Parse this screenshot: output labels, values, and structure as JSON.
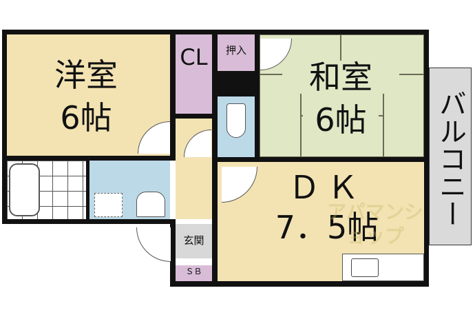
{
  "rooms": {
    "western": {
      "name": "洋室",
      "size": "6帖"
    },
    "closet": {
      "name": "CL"
    },
    "oshiire": {
      "name": "押入"
    },
    "japanese": {
      "name": "和室",
      "size": "6帖"
    },
    "dk": {
      "name": "ＤＫ",
      "size": "7．5帖"
    },
    "balcony": {
      "name": "バルコニー"
    },
    "entrance": {
      "name": "玄関"
    },
    "shoebox": {
      "name": "ＳＢ"
    }
  },
  "watermark": "アパマンショップ",
  "colors": {
    "western": "#f3e3b3",
    "closet": "#d9bdd8",
    "japanese": "#dfe7c5",
    "wet": "#bcd9e8",
    "balcony": "#dadada",
    "entrance": "#d8d8d8"
  }
}
